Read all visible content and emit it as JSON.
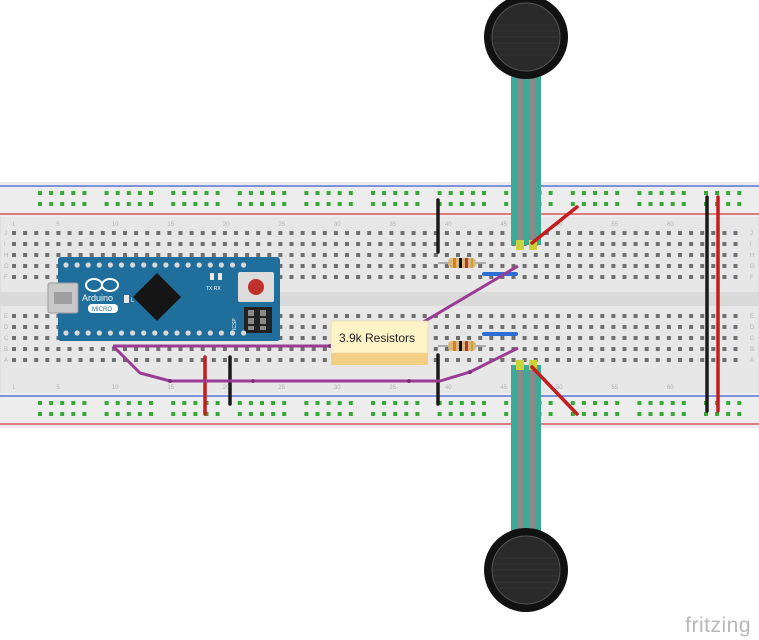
{
  "note": {
    "text": "3.9k Resistors"
  },
  "arduino": {
    "brand": "Arduino",
    "model": "MICRO",
    "led_l": "L",
    "led_txrx": "TX RX",
    "icsp": "ICSP"
  },
  "breadboard": {
    "column_numbers": [
      "1",
      "5",
      "10",
      "15",
      "20",
      "25",
      "30",
      "35",
      "40",
      "45",
      "50",
      "55",
      "60"
    ],
    "row_letters_top": [
      "J",
      "I",
      "H",
      "G",
      "F"
    ],
    "row_letters_bottom": [
      "E",
      "D",
      "C",
      "B",
      "A"
    ]
  },
  "sensors": [
    {
      "label": "force-sensor-top"
    },
    {
      "label": "force-sensor-bottom"
    }
  ],
  "watermark": {
    "text": "fritzing"
  },
  "colors": {
    "breadboard": "#e6e6e6",
    "rail_red": "#d23a3a",
    "rail_blue": "#3a5bd2",
    "hole_green": "#35a835",
    "wire_purple": "#9a3b96",
    "wire_red": "#c31d1d",
    "wire_black": "#1a1a1a",
    "wire_blue": "#2b6fd6",
    "arduino_blue": "#1f6e9b",
    "sensor_strip": "#3daa95",
    "note_bg": "#fff3c8"
  }
}
